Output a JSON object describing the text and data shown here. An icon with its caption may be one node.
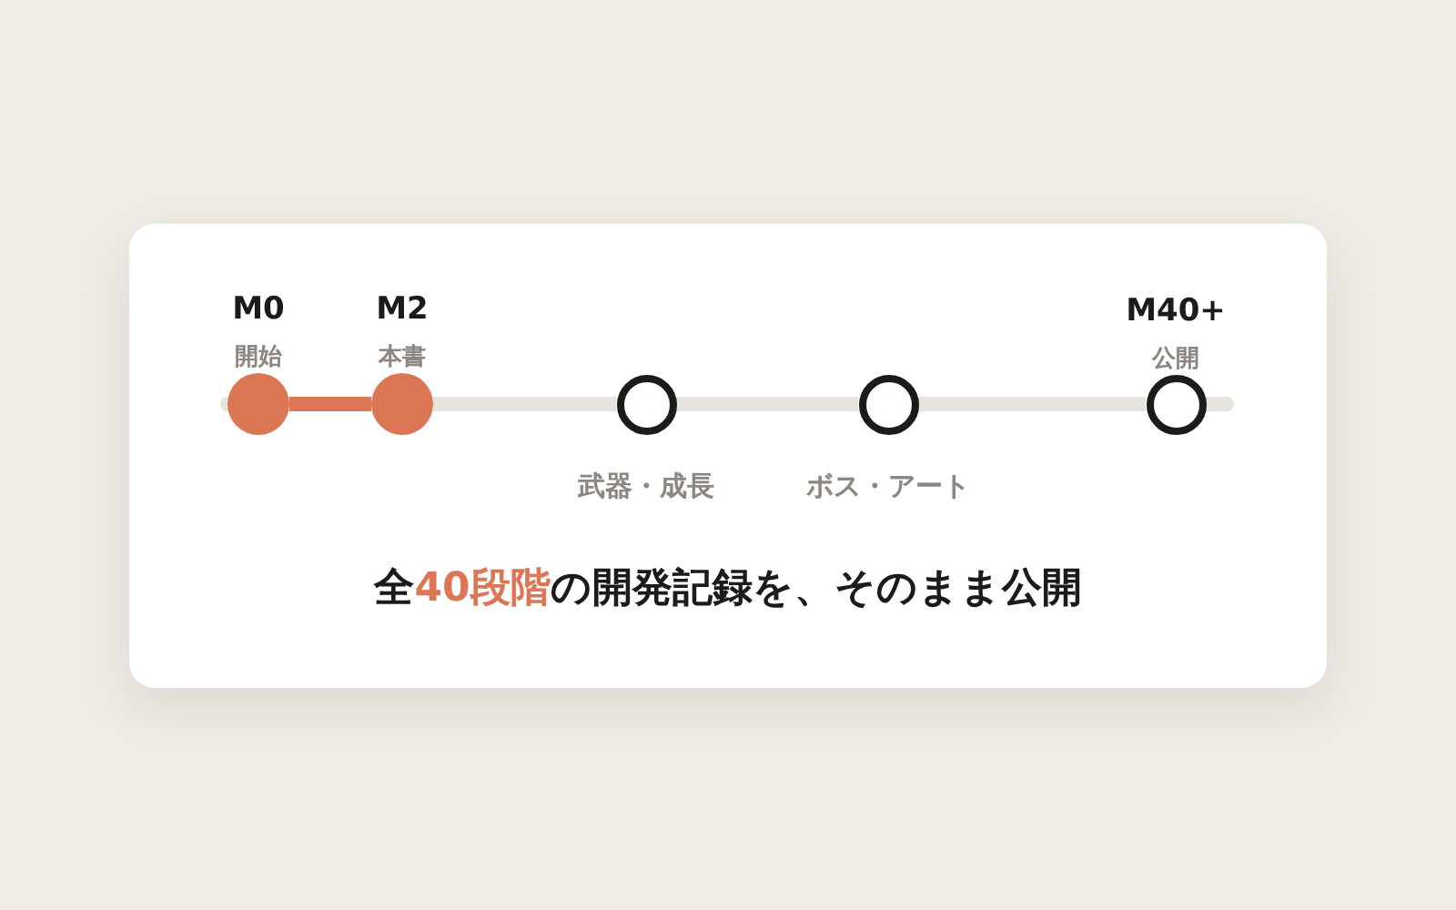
{
  "diagram": {
    "caption": "全**40段階**の開発記録を、そのまま公開",
    "nodes": [
      {
        "text": [],
        "shape": "circle",
        "beside": [
          "M0",
          "開始"
        ]
      },
      {
        "text": [],
        "shape": "circle",
        "beside": [
          "M2",
          "本書"
        ]
      },
      {
        "text": [],
        "shape": "circle",
        "beside": [
          "武器・成長"
        ]
      },
      {
        "text": [],
        "shape": "circle",
        "beside": [
          "ボス・アート"
        ]
      },
      {
        "text": [],
        "shape": "circle",
        "beside": [
          "M40+",
          "公開"
        ]
      }
    ],
    "edges": [
      {
        "from": 0,
        "to": 1,
        "arrow": "none",
        "color": "#dc7756"
      },
      {
        "from": 1,
        "to": 2,
        "arrow": "none"
      },
      {
        "from": 2,
        "to": 3,
        "arrow": "none"
      },
      {
        "from": 3,
        "to": 4,
        "arrow": "none"
      }
    ]
  }
}
